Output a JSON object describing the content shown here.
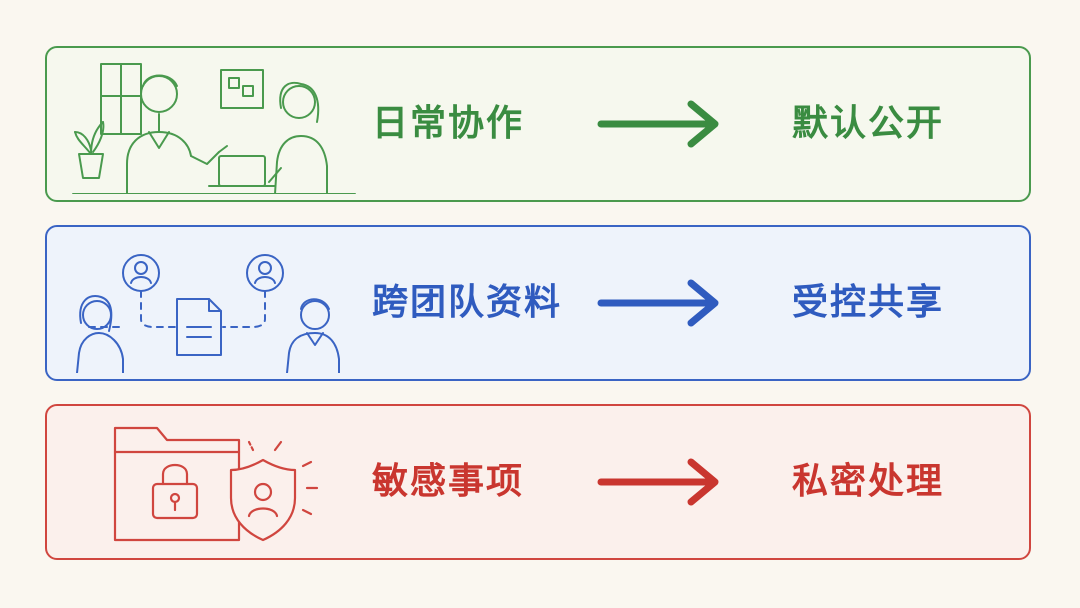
{
  "rows": [
    {
      "source": "日常协作",
      "target": "默认公开",
      "color": "#3a8c41",
      "illustration": "team-collaboration-illustration"
    },
    {
      "source": "跨团队资料",
      "target": "受控共享",
      "color": "#2f5bbf",
      "illustration": "cross-team-sharing-illustration"
    },
    {
      "source": "敏感事项",
      "target": "私密处理",
      "color": "#c9362f",
      "illustration": "secure-folder-illustration"
    }
  ]
}
